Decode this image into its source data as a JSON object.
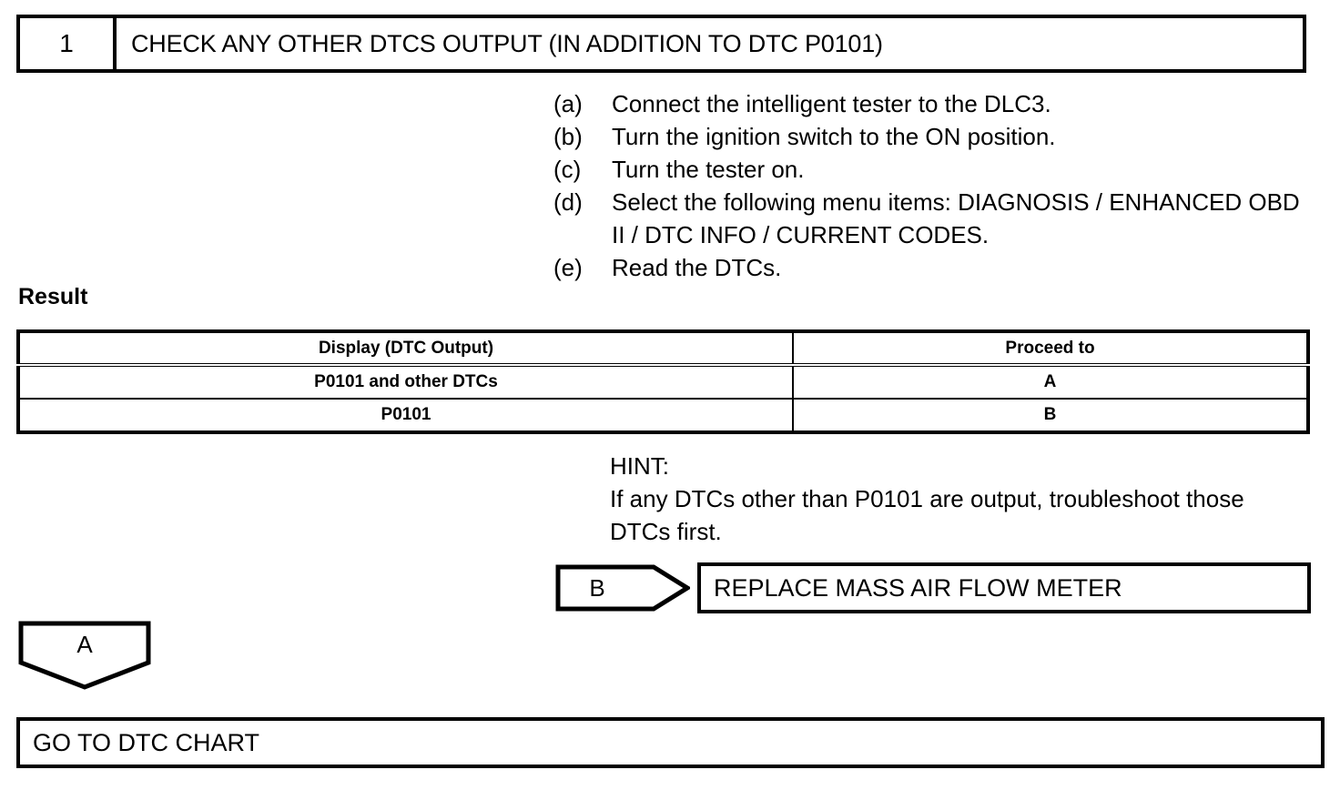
{
  "step": {
    "number": "1",
    "title": "CHECK ANY OTHER DTCS OUTPUT (IN ADDITION TO DTC P0101)"
  },
  "procedure": [
    {
      "marker": "(a)",
      "text": "Connect the intelligent tester to the DLC3."
    },
    {
      "marker": "(b)",
      "text": "Turn the ignition switch to the ON position."
    },
    {
      "marker": "(c)",
      "text": "Turn the tester on."
    },
    {
      "marker": "(d)",
      "text": "Select the following menu items: DIAGNOSIS / ENHANCED OBD II / DTC INFO / CURRENT CODES."
    },
    {
      "marker": "(e)",
      "text": "Read the DTCs."
    }
  ],
  "result": {
    "label": "Result",
    "columns": [
      "Display (DTC Output)",
      "Proceed to"
    ],
    "rows": [
      [
        "P0101 and other DTCs",
        "A"
      ],
      [
        "P0101",
        "B"
      ]
    ]
  },
  "hint": {
    "title": "HINT:",
    "text": "If any DTCs other than P0101 are output, troubleshoot those DTCs first."
  },
  "connector_b": {
    "label": "B",
    "action": "REPLACE MASS AIR FLOW METER"
  },
  "connector_a": {
    "label": "A",
    "action": "GO TO DTC CHART"
  },
  "colors": {
    "ink": "#000000",
    "paper": "#ffffff"
  }
}
